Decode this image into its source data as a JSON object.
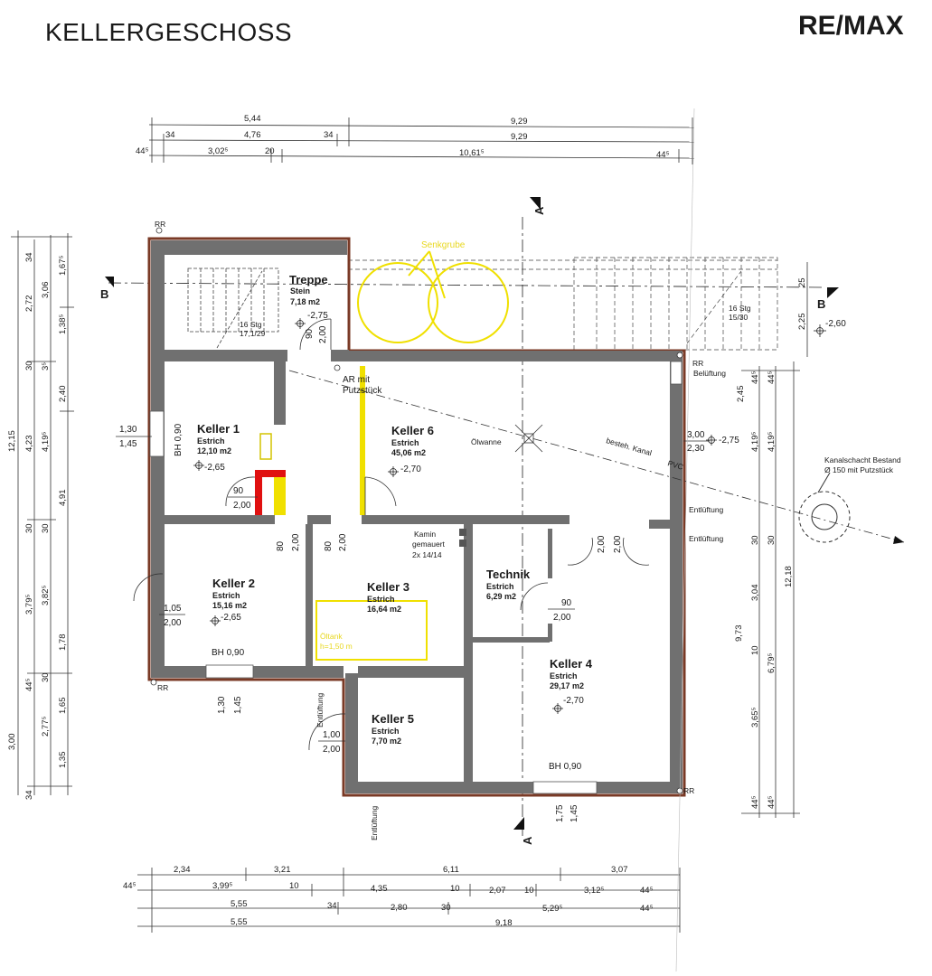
{
  "title": "KELLERGESCHOSS",
  "logo": "RE/MAX",
  "colors": {
    "wall": "#707070",
    "wall_outline": "#7a3a26",
    "highlight_yellow": "#f0e000",
    "highlight_red": "#e01010"
  },
  "section_marks": {
    "a_top": "A",
    "a_bottom": "A",
    "b_left": "B",
    "b_right": "B"
  },
  "rooms": {
    "treppe": {
      "name": "Treppe",
      "floor": "Stein",
      "area": "7,18 m2",
      "level": "-2,75",
      "stairs": "16 Stg",
      "stairs_ratio": "17,1/29"
    },
    "keller1": {
      "name": "Keller 1",
      "floor": "Estrich",
      "area": "12,10 m2",
      "level": "-2,65",
      "bh": "BH 0,90"
    },
    "keller6": {
      "name": "Keller 6",
      "floor": "Estrich",
      "area": "45,06 m2",
      "level": "-2,70"
    },
    "keller2": {
      "name": "Keller 2",
      "floor": "Estrich",
      "area": "15,16 m2",
      "level": "-2,65",
      "bh": "BH 0,90"
    },
    "keller3": {
      "name": "Keller 3",
      "floor": "Estrich",
      "area": "16,64 m2"
    },
    "technik": {
      "name": "Technik",
      "floor": "Estrich",
      "area": "6,29 m2"
    },
    "keller4": {
      "name": "Keller 4",
      "floor": "Estrich",
      "area": "29,17 m2",
      "level": "-2,70",
      "bh": "BH 0,90"
    },
    "keller5": {
      "name": "Keller 5",
      "floor": "Estrich",
      "area": "7,70 m2"
    }
  },
  "labels": {
    "senkgrube": "Senkgrube",
    "ar": "AR mit",
    "ar2": "Putzstück",
    "oelwanne": "Ölwanne",
    "kanal": "besteh. Kanal",
    "pvc": "PVC",
    "kamin1": "Kamin",
    "kamin2": "gemauert",
    "kamin3": "2x 14/14",
    "oeltank1": "Öltank",
    "oeltank2": "h=1,50 m",
    "kanalschacht1": "Kanalschacht Bestand",
    "kanalschacht2": "Ø 150 mit Putzstück",
    "belueftung": "Belüftung",
    "entlueftung": "Entlüftung",
    "rr": "RR",
    "ext_stairs": "16 Stg",
    "ext_stairs_ratio": "15/30",
    "ext_level": "-2,60"
  },
  "openings": {
    "treppe_door": [
      "90",
      "2,00"
    ],
    "keller1_door": [
      "90",
      "2,00"
    ],
    "keller1_window_a": "1,30",
    "keller1_window_b": "1,45",
    "k6_opening": [
      "3,00",
      "2,30"
    ],
    "k6_level": "-2,75",
    "k2_door": [
      "80",
      "2,00"
    ],
    "k3_door": [
      "80",
      "2,00"
    ],
    "k4_doors": [
      "2,00",
      "2,00"
    ],
    "k2_window": [
      "1,05",
      "2,00"
    ],
    "technik_door": [
      "90",
      "2,00"
    ],
    "k2_bottom_window": [
      "1,30",
      "1,45"
    ],
    "k5_door": [
      "1,00",
      "2,00"
    ],
    "k4_bottom_window": [
      "1,75",
      "1,45"
    ]
  },
  "dimensions": {
    "top_row1": [
      "5,44",
      "9,29"
    ],
    "top_row2": [
      "34",
      "4,76",
      "34",
      "9,29"
    ],
    "top_row3": [
      "44⁵",
      "3,02⁵",
      "20",
      "10,61⁵",
      "44⁵"
    ],
    "bottom_row1": [
      "2,34",
      "3,21",
      "6,11",
      "3,07"
    ],
    "bottom_row2": [
      "44⁵",
      "3,99⁵",
      "10",
      "4,35",
      "10",
      "2,07",
      "10",
      "3,12⁵",
      "44⁵"
    ],
    "bottom_row3": [
      "5,55",
      "34",
      "2,80",
      "30",
      "5,29⁵",
      "44⁵"
    ],
    "bottom_row4": [
      "5,55",
      "9,18"
    ],
    "left_outer": [
      "12,15"
    ],
    "left_mid": [
      "34",
      "2,72",
      "30",
      "4,23",
      "30",
      "3,79⁵",
      "44⁵",
      "3,00"
    ],
    "left_mid2": [
      "3,06",
      "3⁵",
      "4,19⁵",
      "30",
      "3,82⁵",
      "30",
      "2,77⁵",
      "34"
    ],
    "left_inner": [
      "1,67⁵",
      "1,38⁵",
      "2,40",
      "4,91",
      "1,78",
      "1,65",
      "1,35"
    ],
    "right_top": [
      "25",
      "2,25"
    ],
    "right_col1": [
      "2,45",
      "44⁵",
      "4,19⁵",
      "30",
      "3,04",
      "10",
      "3,65⁵",
      "44⁵"
    ],
    "right_col2": [
      "44⁵",
      "4,19⁵",
      "30",
      "6,79⁵",
      "44⁵"
    ],
    "right_outer": [
      "9,73",
      "12,18"
    ]
  }
}
